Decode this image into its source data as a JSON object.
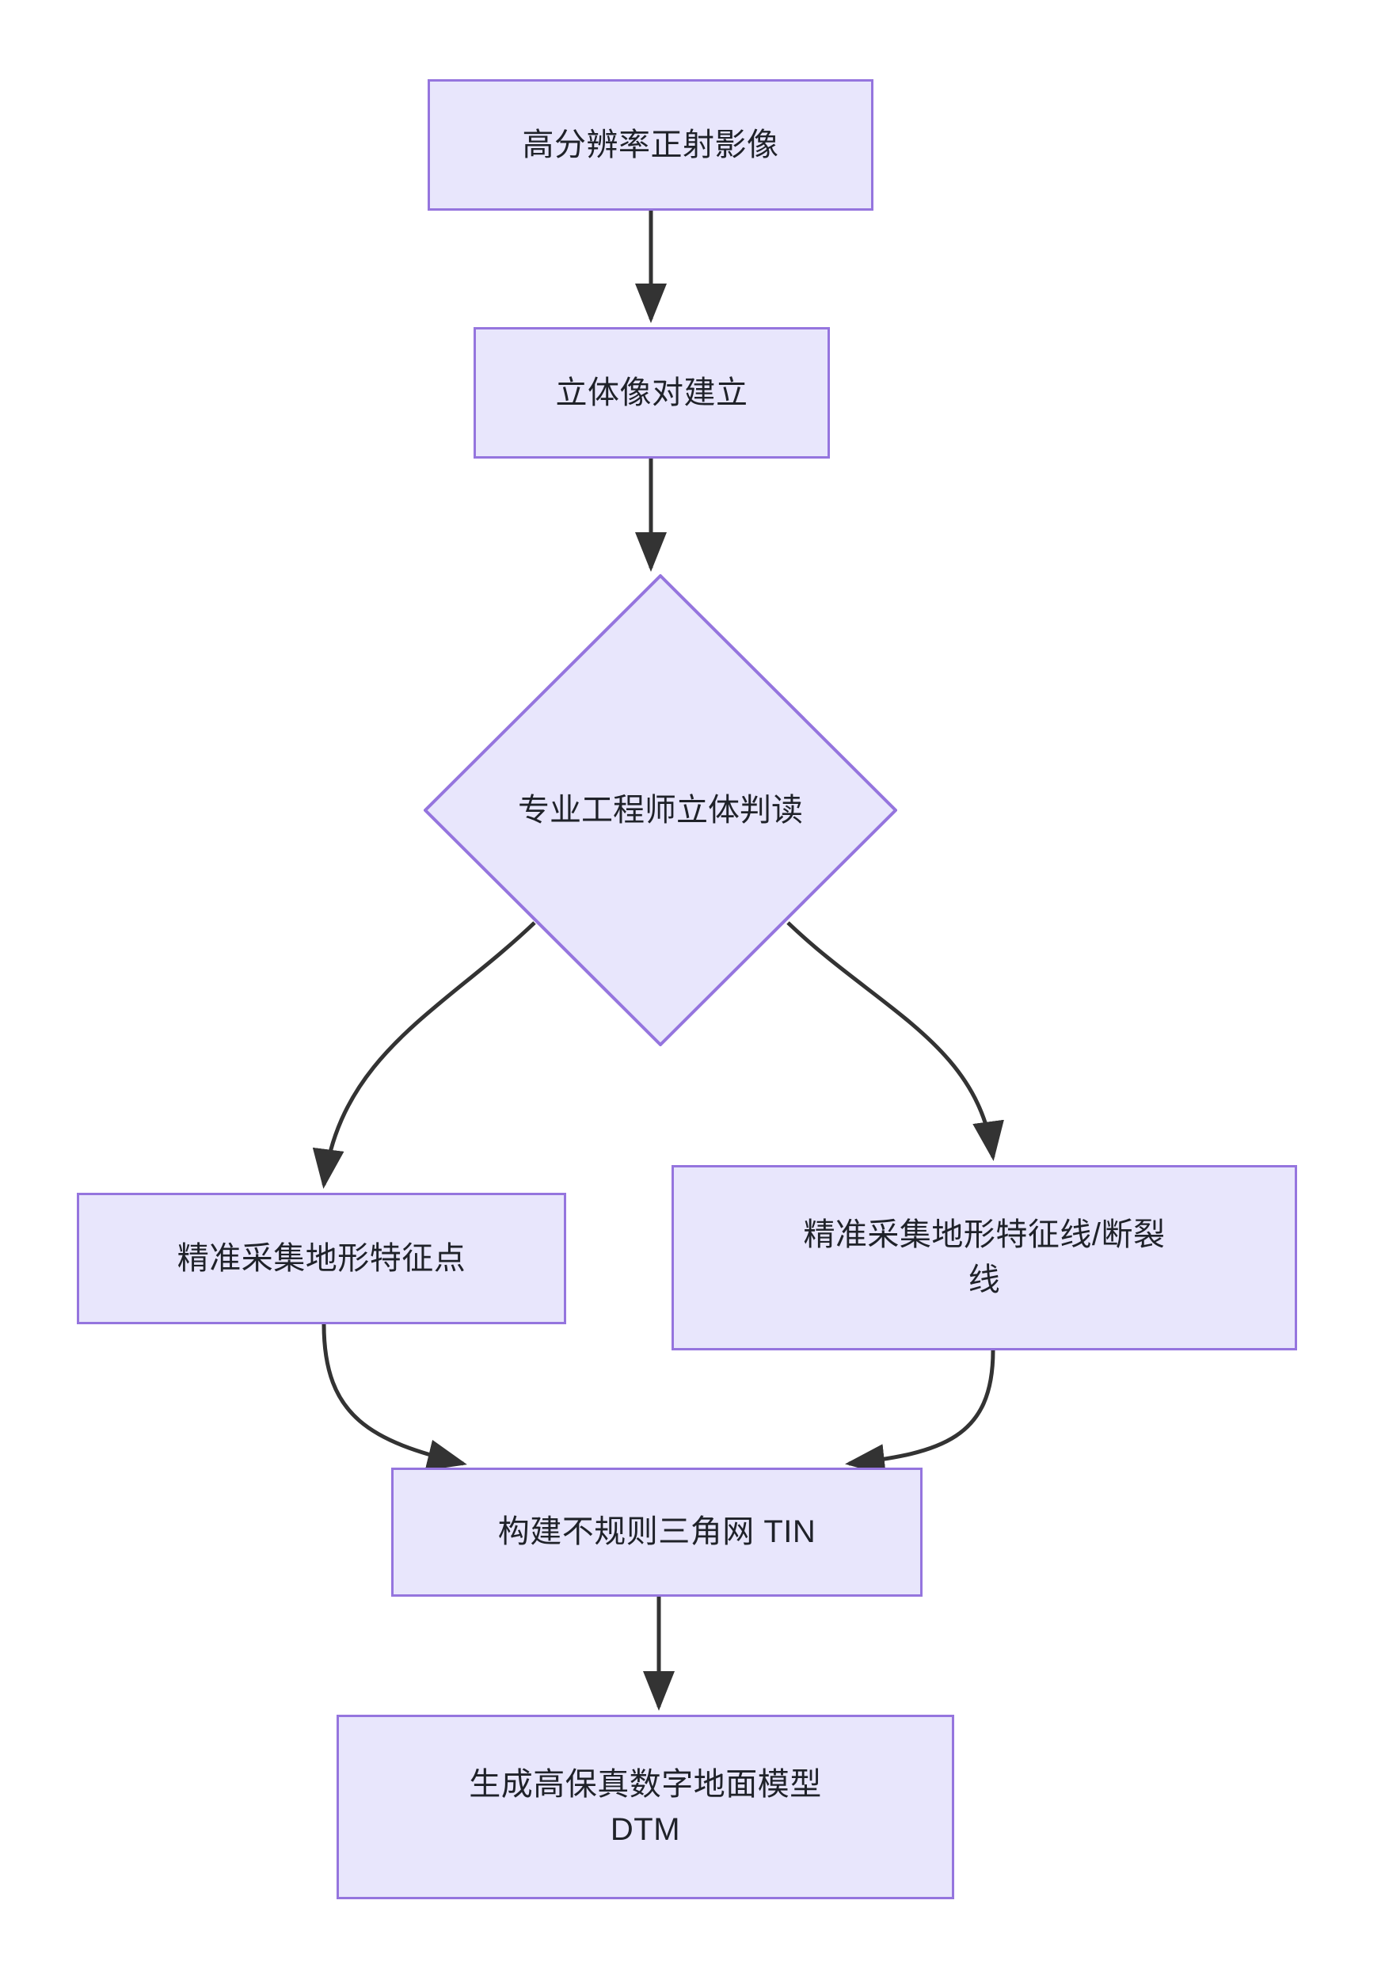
{
  "diagram": {
    "type": "flowchart",
    "orientation": "top-to-bottom",
    "theme": {
      "node_fill": "#e8e6fc",
      "node_border": "#9575de",
      "edge_color": "#333333",
      "text_color": "#1f2229",
      "background": "#ffffff"
    },
    "nodes": [
      {
        "id": "n1",
        "shape": "rectangle",
        "label": "高分辨率正射影像"
      },
      {
        "id": "n2",
        "shape": "rectangle",
        "label": "立体像对建立"
      },
      {
        "id": "n3",
        "shape": "diamond",
        "label": "专业工程师立体判读"
      },
      {
        "id": "n4",
        "shape": "rectangle",
        "label": "精准采集地形特征点"
      },
      {
        "id": "n5",
        "shape": "rectangle",
        "label": "精准采集地形特征线/断裂\n线"
      },
      {
        "id": "n6",
        "shape": "rectangle",
        "label": "构建不规则三角网 TIN"
      },
      {
        "id": "n7",
        "shape": "rectangle",
        "label": "生成高保真数字地面模型\nDTM"
      }
    ],
    "edges": [
      {
        "from": "n1",
        "to": "n2",
        "style": "straight-arrow",
        "label": ""
      },
      {
        "from": "n2",
        "to": "n3",
        "style": "straight-arrow",
        "label": ""
      },
      {
        "from": "n3",
        "to": "n4",
        "style": "curved-arrow",
        "label": ""
      },
      {
        "from": "n3",
        "to": "n5",
        "style": "curved-arrow",
        "label": ""
      },
      {
        "from": "n4",
        "to": "n6",
        "style": "curved-arrow",
        "label": ""
      },
      {
        "from": "n5",
        "to": "n6",
        "style": "curved-arrow",
        "label": ""
      },
      {
        "from": "n6",
        "to": "n7",
        "style": "straight-arrow",
        "label": ""
      }
    ]
  }
}
